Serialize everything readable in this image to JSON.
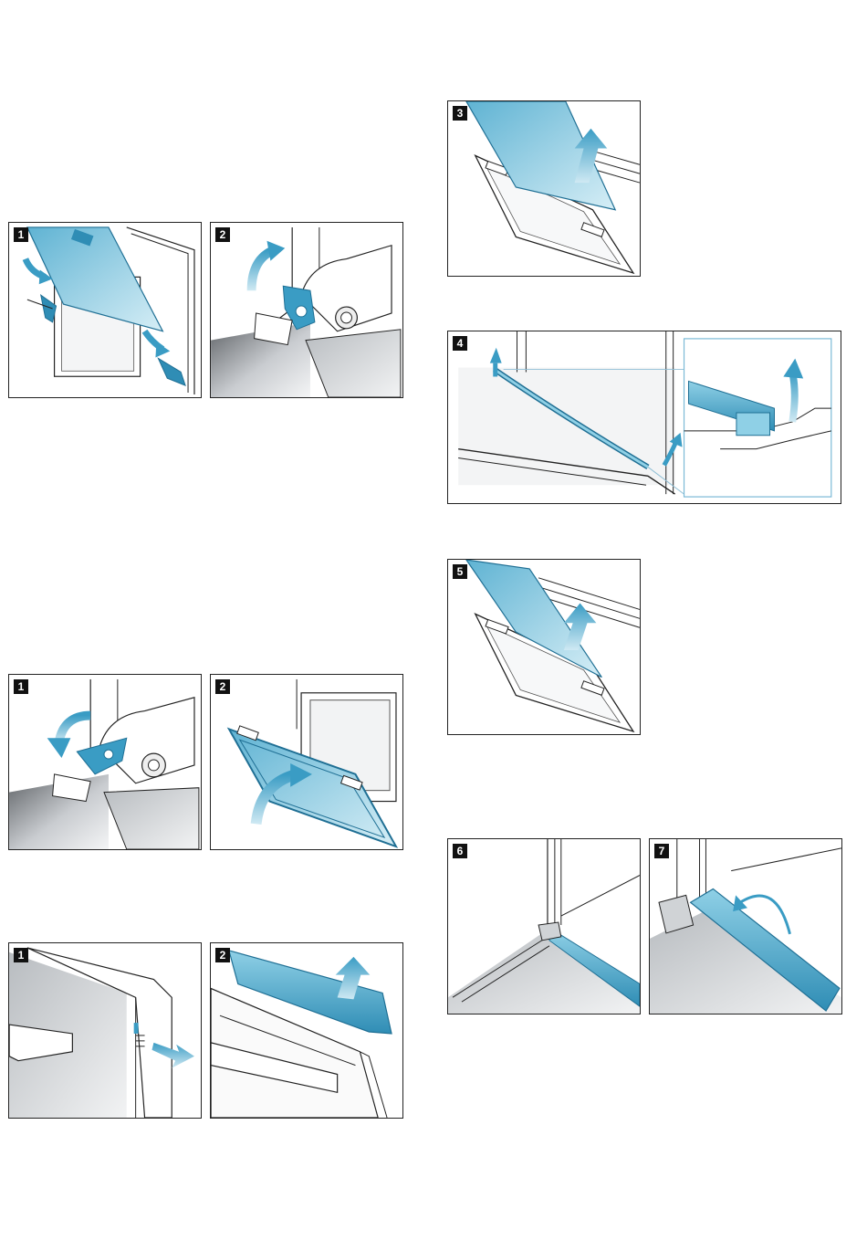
{
  "figures": {
    "a": {
      "steps": [
        "1",
        "2"
      ]
    },
    "b": {
      "steps": [
        "1",
        "2"
      ]
    },
    "c": {
      "steps": [
        "1",
        "2"
      ]
    },
    "d": {
      "steps": [
        "3",
        "4",
        "5",
        "6",
        "7"
      ]
    }
  },
  "colors": {
    "accent": "#3a9cc4",
    "accent_light": "#a8d8e8",
    "accent_dark": "#1f6f94",
    "line": "#222222",
    "metal": "#9aa0a6"
  }
}
